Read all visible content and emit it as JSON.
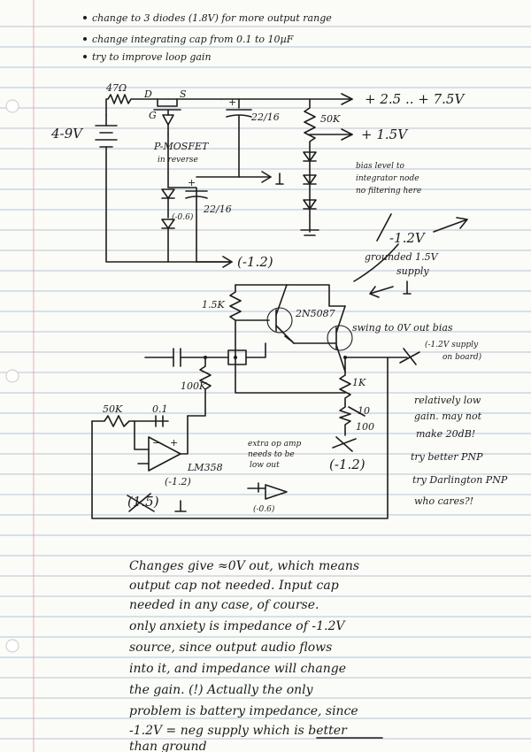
{
  "todo": [
    "change to 3 diodes (1.8V) for more output range",
    "change integrating cap from 0.1 to 10µF",
    "try to improve loop gain"
  ],
  "power": {
    "r1": "47Ω",
    "battery": "4-9V",
    "d": "D",
    "s": "S",
    "g": "G",
    "mosfet": "P-MOSFET",
    "mosfet_note": "in reverse",
    "c1": "22/16",
    "rail_top": "+ 2.5 .. + 7.5V",
    "pot": "50K",
    "rail_mid": "+ 1.5V",
    "bias_note": [
      "bias level to",
      "integrator node",
      "no filtering here"
    ],
    "c2": "22/16",
    "vneg_small": "(-0.6)",
    "rail_neg": "(-1.2)",
    "range": "-1.2V",
    "grounded": [
      "grounded 1.5V",
      "supply"
    ]
  },
  "amp": {
    "r_bias": "1.5K",
    "transistor": "2N5087",
    "swing_note": "swing to 0V out bias",
    "supply_note": [
      "(-1.2V supply",
      "on board)"
    ],
    "r_feed": "100K",
    "r_int": "50K",
    "c_int": "0.1",
    "opamp": "LM358",
    "opamp_v": "(-1.2)",
    "extra_note": [
      "extra op amp",
      "needs to be",
      "low out"
    ],
    "extra_v": "(-0.6)",
    "pos_v": "(1.5)",
    "r_emit": "1K",
    "r_load": "100",
    "r_load_mark": "10",
    "vneg_bottom": "(-1.2)",
    "gain_note": [
      "relatively low",
      "gain. may not",
      "make 20dB!"
    ],
    "try_note": [
      "try better PNP",
      "try Darlington PNP",
      "who cares?!"
    ]
  },
  "notes": [
    "Changes give ≈0V out, which means",
    "output cap not needed. Input cap",
    "needed in any case, of course.",
    "only anxiety is impedance of -1.2V",
    "source, since output audio flows",
    "into it, and impedance will change",
    "the gain. (!) Actually the only",
    "problem is battery impedance, since",
    "-1.2V = neg supply which is better",
    "than ground"
  ]
}
